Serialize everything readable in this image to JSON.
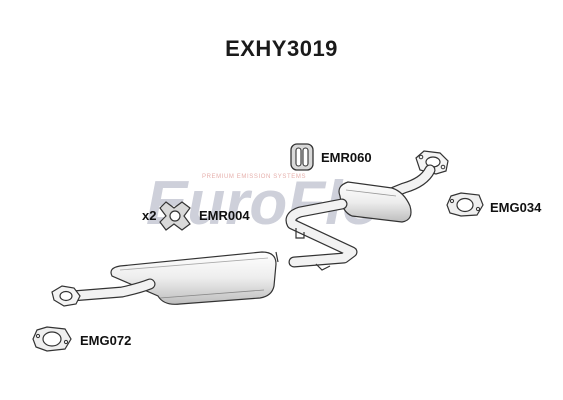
{
  "title": "EXHY3019",
  "watermark": {
    "brand": "EuroFlo",
    "tagline": "PREMIUM EMISSION SYSTEMS",
    "color_main": "#c9cbd6",
    "color_accent": "#f2c7c4"
  },
  "parts": [
    {
      "code": "EMR060",
      "icon": "rubber-hanger-icon"
    },
    {
      "code": "EMR004",
      "icon": "rubber-mount-icon",
      "quantity": "x2"
    },
    {
      "code": "EMG034",
      "icon": "gasket-icon"
    },
    {
      "code": "EMG072",
      "icon": "gasket-icon"
    }
  ],
  "colors": {
    "line": "#333333",
    "fill": "#f4f4f4",
    "shade": "#d9d9d9"
  }
}
